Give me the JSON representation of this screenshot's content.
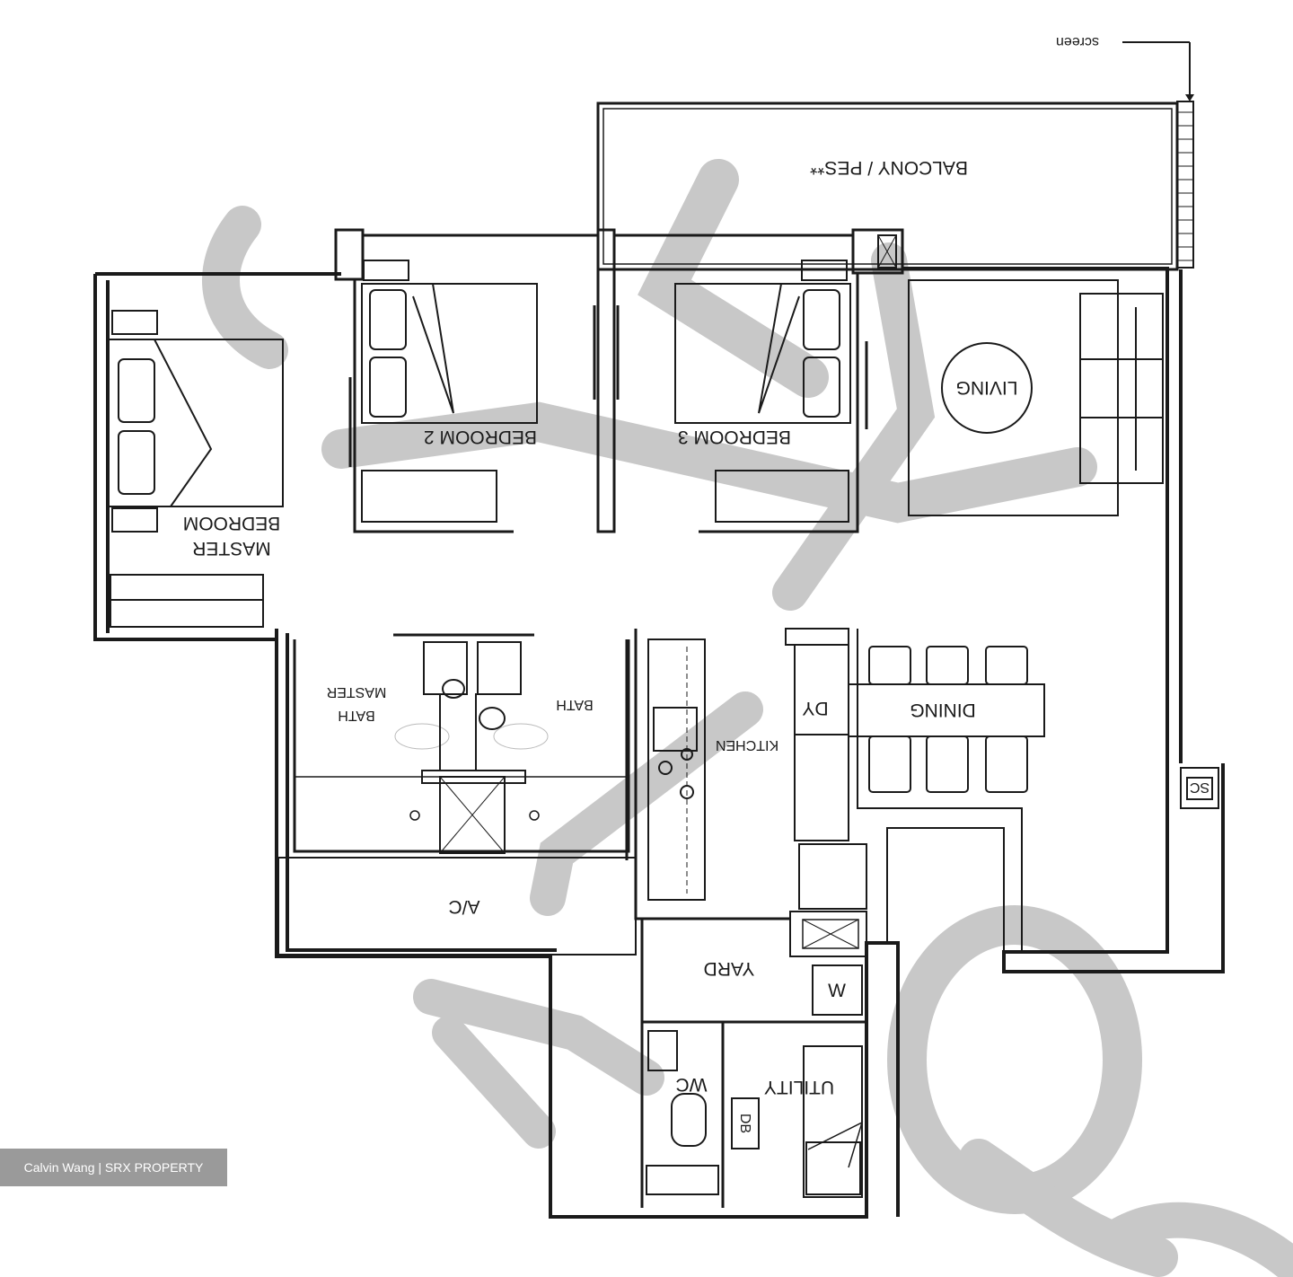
{
  "plan": {
    "labels": {
      "screen": "screen",
      "balcony": "BALCONY / PES**",
      "living": "LIVING",
      "dining": "DINING",
      "bedroom2": "BEDROOM 2",
      "bedroom3": "BEDROOM 3",
      "master_line1": "MASTER",
      "master_line2": "BEDROOM",
      "master_bath_line1": "MASTER",
      "master_bath_line2": "BATH",
      "bath": "BATH",
      "kitchen": "KITCHEN",
      "dy": "DY",
      "ac": "A/C",
      "yard": "YARD",
      "w": "W",
      "wc": "WC",
      "utility": "UTILITY",
      "db": "DB",
      "sc": "SC"
    },
    "watermark_color": "#c4c4c4",
    "line_color": "#1a1a1a"
  },
  "credit": {
    "text": "Calvin Wang | SRX PROPERTY"
  }
}
